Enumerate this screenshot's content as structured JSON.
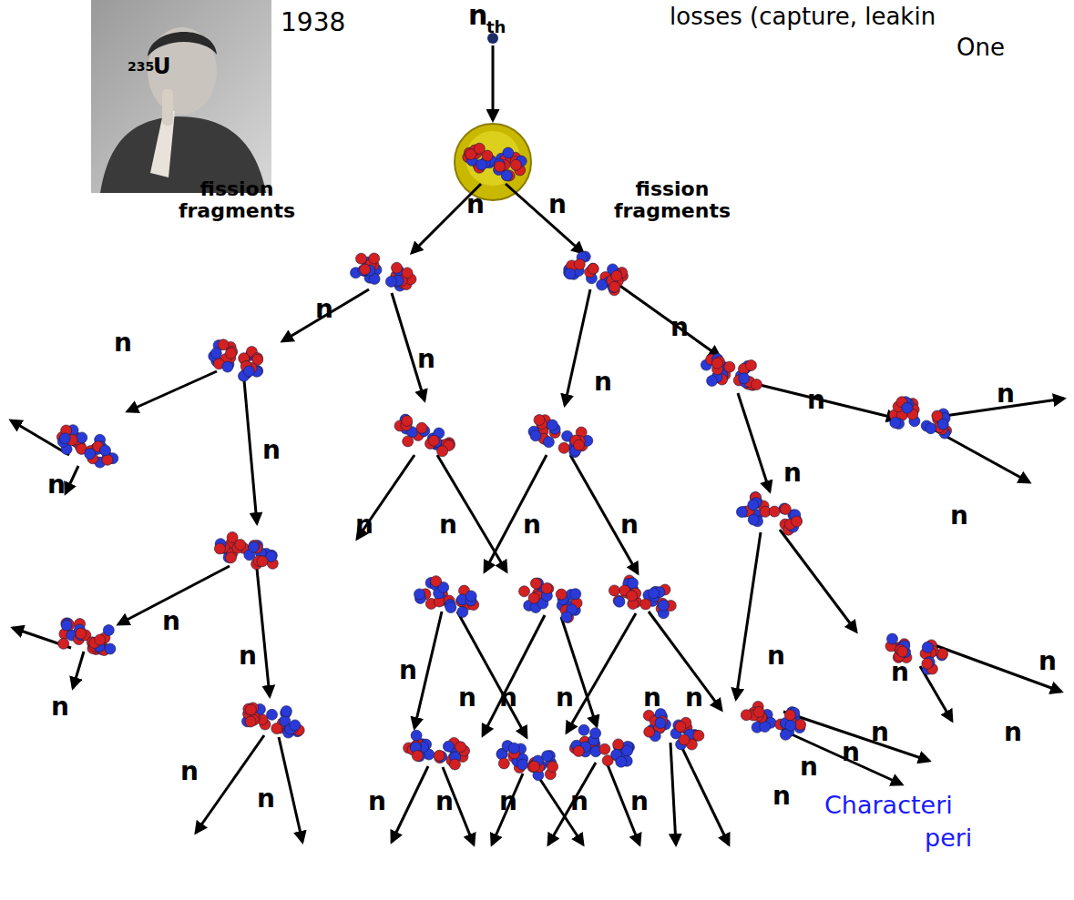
{
  "diagram": {
    "labels": [
      "1938",
      "n",
      "th",
      "losses (capture, leakin",
      "One",
      "235",
      "U",
      "fission fragments",
      "fission fragments",
      "n",
      "n",
      "n",
      "n",
      "n",
      "n",
      "n",
      "n",
      "n",
      "n",
      "n",
      "n",
      "n",
      "n",
      "n",
      "n",
      "n",
      "n",
      "n",
      "n",
      "n",
      "n",
      "n",
      "n",
      "n",
      "n",
      "n",
      "n",
      "n",
      "n",
      "n",
      "n",
      "n",
      "n",
      "n",
      "n",
      "n",
      "n",
      "n",
      "n",
      "n",
      "Characteri",
      "peri"
    ]
  }
}
